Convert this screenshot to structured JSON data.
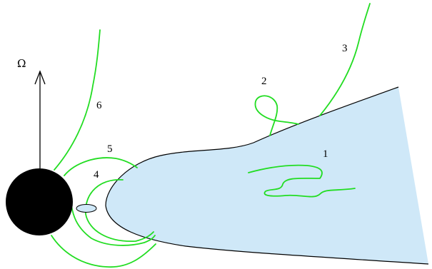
{
  "diagram": {
    "rotation_symbol": "Ω",
    "field_line_labels": [
      "1",
      "2",
      "3",
      "4",
      "5",
      "6"
    ]
  },
  "colors": {
    "disk_fill": "#cfe8f8",
    "disk_edge": "#000000",
    "field_line": "#22dd22",
    "black_hole": "#000000",
    "blob_fill": "#cfe8f8"
  }
}
